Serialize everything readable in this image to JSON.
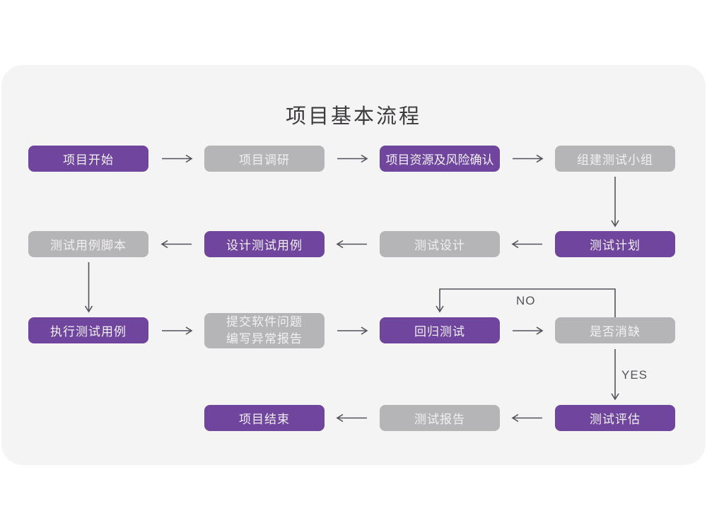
{
  "title": "项目基本流程",
  "edge_labels": {
    "no": "NO",
    "yes": "YES"
  },
  "colors": {
    "purple": "#6F459E",
    "gray": "#B5B4B6",
    "card-bg": "#F5F4F5",
    "arrow": "#54525A",
    "title-color": "#3D3B3E",
    "node-text": "#F2F0F4"
  },
  "nodes": [
    {
      "id": "project-start",
      "label": "项目开始",
      "variant": "purple"
    },
    {
      "id": "project-research",
      "label": "项目调研",
      "variant": "gray"
    },
    {
      "id": "risk-confirm",
      "label": "项目资源及风险确认",
      "variant": "purple"
    },
    {
      "id": "build-test-team",
      "label": "组建测试小组",
      "variant": "gray"
    },
    {
      "id": "test-plan",
      "label": "测试计划",
      "variant": "purple"
    },
    {
      "id": "test-design",
      "label": "测试设计",
      "variant": "gray"
    },
    {
      "id": "design-test-case",
      "label": "设计测试用例",
      "variant": "purple"
    },
    {
      "id": "test-case-script",
      "label": "测试用例脚本",
      "variant": "gray"
    },
    {
      "id": "execute-test-case",
      "label": "执行测试用例",
      "variant": "purple"
    },
    {
      "id": "submit-issue-report",
      "label": "提交软件问题\n编写异常报告",
      "variant": "gray"
    },
    {
      "id": "regression-test",
      "label": "回归测试",
      "variant": "purple"
    },
    {
      "id": "defect-cleared",
      "label": "是否消缺",
      "variant": "gray"
    },
    {
      "id": "test-evaluation",
      "label": "测试评估",
      "variant": "purple"
    },
    {
      "id": "test-report",
      "label": "测试报告",
      "variant": "gray"
    },
    {
      "id": "project-end",
      "label": "项目结束",
      "variant": "purple"
    }
  ],
  "edges": [
    {
      "from": "project-start",
      "to": "project-research"
    },
    {
      "from": "project-research",
      "to": "risk-confirm"
    },
    {
      "from": "risk-confirm",
      "to": "build-test-team"
    },
    {
      "from": "build-test-team",
      "to": "test-plan"
    },
    {
      "from": "test-plan",
      "to": "test-design"
    },
    {
      "from": "test-design",
      "to": "design-test-case"
    },
    {
      "from": "design-test-case",
      "to": "test-case-script"
    },
    {
      "from": "test-case-script",
      "to": "execute-test-case"
    },
    {
      "from": "execute-test-case",
      "to": "submit-issue-report"
    },
    {
      "from": "submit-issue-report",
      "to": "regression-test"
    },
    {
      "from": "regression-test",
      "to": "defect-cleared"
    },
    {
      "from": "defect-cleared",
      "to": "regression-test",
      "label": "NO"
    },
    {
      "from": "defect-cleared",
      "to": "test-evaluation",
      "label": "YES"
    },
    {
      "from": "test-evaluation",
      "to": "test-report"
    },
    {
      "from": "test-report",
      "to": "project-end"
    }
  ]
}
